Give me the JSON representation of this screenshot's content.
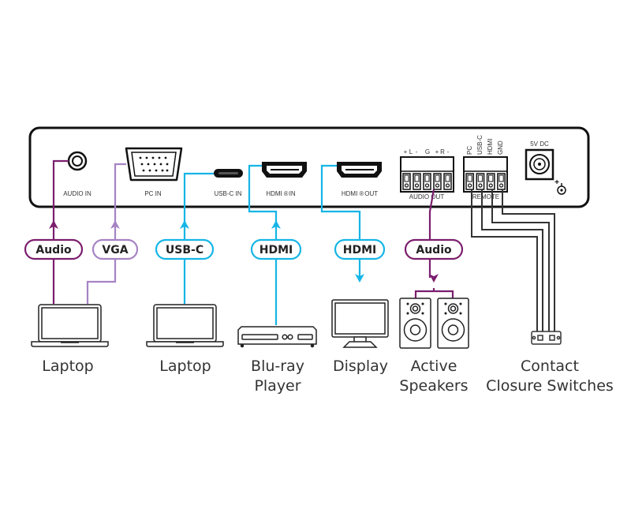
{
  "colors": {
    "audio": "#7b1e6e",
    "vga": "#a683c4",
    "video": "#15b5e6",
    "remote": "#333333",
    "outline": "#222222"
  },
  "panel": {
    "ports": {
      "audio_in": "AUDIO IN",
      "pc_in": "PC IN",
      "usbc_in": "USB-C IN",
      "hdmi_in_prefix": "HDMI",
      "hdmi_in_suffix": "IN",
      "hdmi_out_prefix": "HDMI",
      "hdmi_out_suffix": "OUT",
      "audio_out": "AUDIO OUT",
      "remote": "REMOTE",
      "power": "5V DC"
    },
    "audio_out_pins": [
      "+",
      "L",
      "-",
      "G",
      "+",
      "R",
      "-"
    ],
    "remote_pins": [
      "PC",
      "USB-C",
      "HDMI",
      "GND"
    ],
    "polarity_symbol": "+"
  },
  "connections": [
    {
      "label": "Audio",
      "type": "audio"
    },
    {
      "label": "VGA",
      "type": "vga"
    },
    {
      "label": "USB-C",
      "type": "video"
    },
    {
      "label": "HDMI",
      "type": "video"
    },
    {
      "label": "HDMI",
      "type": "video"
    },
    {
      "label": "Audio",
      "type": "audio"
    }
  ],
  "devices": [
    {
      "line1": "Laptop",
      "line2": ""
    },
    {
      "line1": "Laptop",
      "line2": ""
    },
    {
      "line1": "Blu-ray",
      "line2": "Player"
    },
    {
      "line1": "Display",
      "line2": ""
    },
    {
      "line1": "Active",
      "line2": "Speakers"
    },
    {
      "line1": "Contact",
      "line2": "Closure Switches"
    }
  ]
}
